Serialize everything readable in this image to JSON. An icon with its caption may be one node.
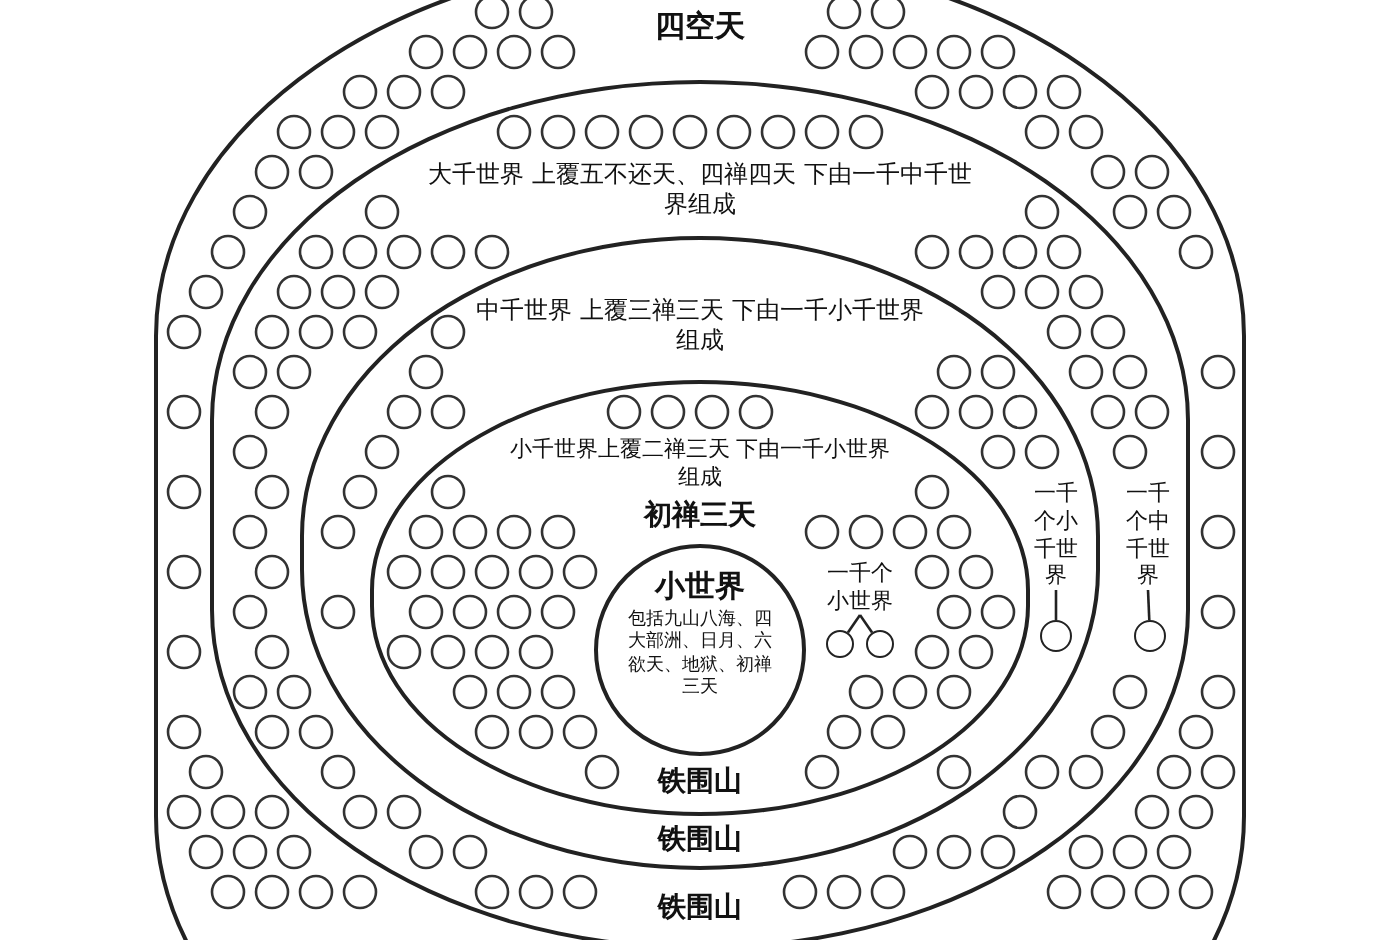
{
  "diagram": {
    "nodes": [
      {
        "text": [
          "大千世界 上覆五不还天、四禅四天 下由一千中千世界组成",
          "铁围山"
        ]
      },
      {
        "text": [
          "中千世界 上覆三禅三天 下由一千小千世界组成",
          "铁围山"
        ],
        "in": 0
      },
      {
        "text": [
          "小千世界上覆二禅三天 下由一千小世界组成",
          "初禅三天",
          "铁围山"
        ],
        "in": 1
      },
      {
        "text": [
          "小世界",
          "包括九山八海、四大部洲、日月、六欲天、地狱、初禅三天"
        ],
        "in": 2
      },
      {
        "text": [
          "一千个小世界"
        ],
        "in": 2
      },
      {
        "text": [],
        "shape": "circle",
        "in": 2
      },
      {
        "text": [],
        "shape": "circle",
        "in": 2
      },
      {
        "text": [
          "一千个小千世界"
        ],
        "in": 1
      },
      {
        "text": [],
        "shape": "circle",
        "in": 1
      },
      {
        "text": [
          "一千个中千世界"
        ],
        "in": 0
      },
      {
        "text": [],
        "shape": "circle",
        "in": 0
      }
    ],
    "edges": [
      {
        "from": 4,
        "to": 5,
        "arrow": "none"
      },
      {
        "from": 4,
        "to": 6,
        "arrow": "none"
      },
      {
        "from": 7,
        "to": 8,
        "arrow": "none"
      },
      {
        "from": 9,
        "to": 10,
        "arrow": "none"
      }
    ],
    "labels": [
      "四空天"
    ]
  }
}
